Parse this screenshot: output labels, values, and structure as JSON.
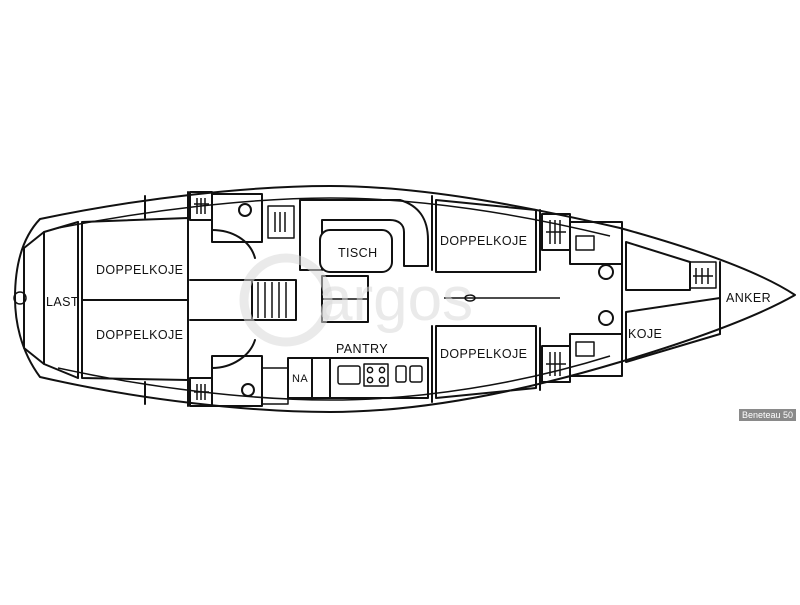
{
  "rooms": {
    "last": "LAST",
    "aft_port_cabin": "DOPPELKOJE",
    "aft_starboard_cabin": "DOPPELKOJE",
    "table": "TISCH",
    "pantry": "PANTRY",
    "nav": "NA",
    "fwd_port_cabin": "DOPPELKOJE",
    "fwd_starboard_cabin": "DOPPELKOJE",
    "koje": "KOJE",
    "anker": "ANKER"
  },
  "watermark": "argos",
  "model_label": "Beneteau 50",
  "colors": {
    "ink": "#111111",
    "watermark": "#d9d9d9",
    "badge": "#8a8a8a"
  }
}
